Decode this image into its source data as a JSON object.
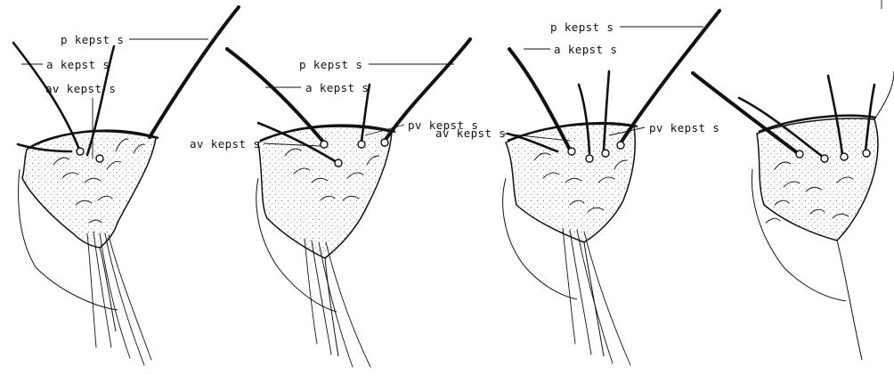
{
  "labels": {
    "p_kepst_s": "p kepst s",
    "a_kepst_s": "a kepst s",
    "av_kepst_s": "av kepst s",
    "pv_kepst_s": "pv kepst s"
  },
  "colors": {
    "ink": "#111111",
    "paper": "#ffffff"
  }
}
